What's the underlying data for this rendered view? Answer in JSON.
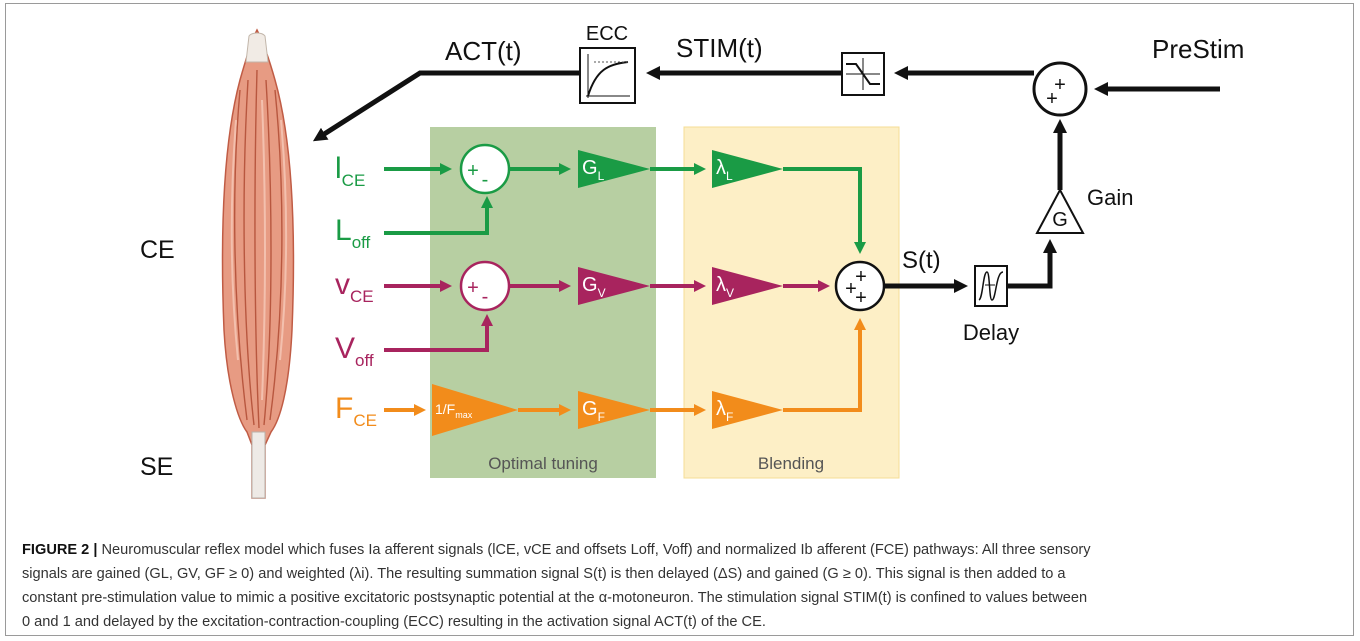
{
  "colors": {
    "green": "#1a9b45",
    "magenta": "#a8245e",
    "orange": "#f28c1b",
    "green_panel": "#b7cfa2",
    "yellow_panel": "#fdefc6",
    "muscle_fill": "#e79b83",
    "muscle_stroke": "#c05c45",
    "black": "#111111"
  },
  "muscle": {
    "ce_label": "CE",
    "se_label": "SE"
  },
  "signals": {
    "act": "ACT(t)",
    "ecc": "ECC",
    "stim": "STIM(t)",
    "prestim": "PreStim",
    "st": "S(t)",
    "delay": "Delay",
    "gain": "Gain",
    "gain_symbol": "G"
  },
  "inputs": {
    "l_ce": {
      "main": "l",
      "sub": "CE"
    },
    "l_off": {
      "main": "L",
      "sub": "off"
    },
    "v_ce": {
      "main": "v",
      "sub": "CE"
    },
    "v_off": {
      "main": "V",
      "sub": "off"
    },
    "f_ce": {
      "main": "F",
      "sub": "CE"
    }
  },
  "blocks": {
    "g_l": {
      "main": "G",
      "sub": "L"
    },
    "g_v": {
      "main": "G",
      "sub": "V"
    },
    "g_f": {
      "main": "G",
      "sub": "F"
    },
    "lambda_l": {
      "main": "λ",
      "sub": "L"
    },
    "lambda_v": {
      "main": "λ",
      "sub": "V"
    },
    "lambda_f": {
      "main": "λ",
      "sub": "F"
    },
    "norm": {
      "main": "1/F",
      "sub": "max"
    }
  },
  "panels": {
    "optimal": "Optimal tuning",
    "blending": "Blending"
  },
  "caption": {
    "figure_label": "FIGURE 2 |",
    "line1": "Neuromuscular reflex model which fuses Ia afferent signals (lCE, vCE and offsets Loff, Voff) and normalized Ib afferent (FCE) pathways: All three sensory",
    "line2": "signals are gained (GL, GV, GF ≥ 0) and weighted (λi). The resulting summation signal S(t) is then delayed (ΔS) and gained (G ≥ 0). This signal is then added to a",
    "line3": "constant pre-stimulation value to mimic a positive excitatoric postsynaptic potential at the α-motoneuron. The stimulation signal STIM(t) is confined to values between",
    "line4": "0 and 1 and delayed by the excitation-contraction-coupling (ECC) resulting in the activation signal ACT(t) of the CE."
  }
}
